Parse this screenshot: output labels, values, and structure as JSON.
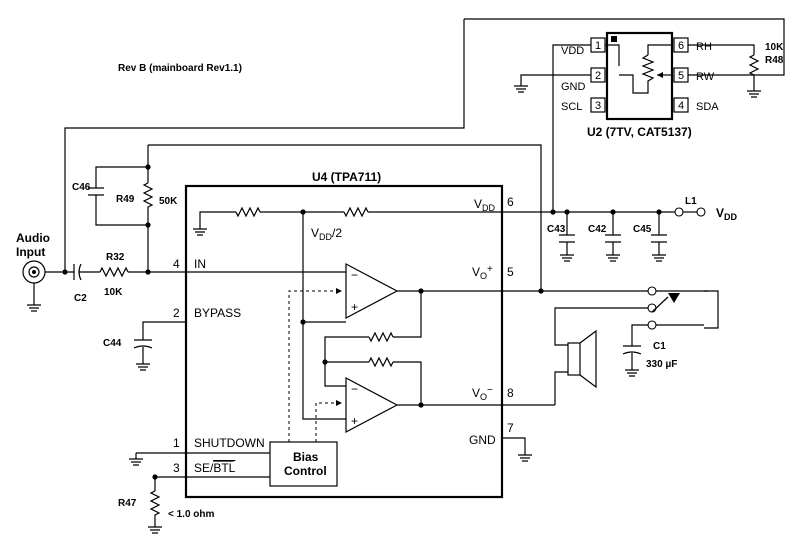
{
  "diagram": {
    "rev_note": "Rev B (mainboard Rev1.1)",
    "audio_input": [
      "Audio",
      "Input"
    ],
    "u4_title": "U4 (TPA711)",
    "u2": {
      "title": "U2 (7TV, CAT5137)",
      "pins_left": [
        {
          "num": "1",
          "name": "VDD"
        },
        {
          "num": "2",
          "name": "GND"
        },
        {
          "num": "3",
          "name": "SCL"
        }
      ],
      "pins_right": [
        {
          "num": "6",
          "name": "RH"
        },
        {
          "num": "5",
          "name": "RW"
        },
        {
          "num": "4",
          "name": "SDA"
        }
      ]
    },
    "u4_pins": {
      "in": {
        "num": "4",
        "name": "IN"
      },
      "bypass": {
        "num": "2",
        "name": "BYPASS"
      },
      "shutdown": {
        "num": "1",
        "name": "SHUTDOWN"
      },
      "se_btl": {
        "num": "3",
        "name_prefix": "SE/",
        "name_overlined": "BTL"
      },
      "vdd": {
        "num": "6",
        "name_main": "V",
        "name_sub": "DD"
      },
      "vo_plus": {
        "num": "5",
        "name_main": "V",
        "name_sub": "O",
        "sign": "+"
      },
      "vo_minus": {
        "num": "8",
        "name_main": "V",
        "name_sub": "O",
        "sign": "−"
      },
      "gnd": {
        "num": "7",
        "name": "GND"
      }
    },
    "vdd_half": {
      "main": "V",
      "sub": "DD",
      "suffix": "/2"
    },
    "bias_control": [
      "Bias",
      "Control"
    ],
    "opamp_minus": "−",
    "opamp_plus": "+",
    "components": {
      "c46": "C46",
      "r49": "R49",
      "r49_val": "50K",
      "r32": "R32",
      "r32_val": "10K",
      "c2": "C2",
      "c44": "C44",
      "r47": "R47",
      "r47_val": "< 1.0 ohm",
      "r48_val": "10K",
      "r48": "R48",
      "c43": "C43",
      "c42": "C42",
      "c45": "C45",
      "l1": "L1",
      "c1": "C1",
      "c1_val": "330 µF"
    },
    "vdd_out": {
      "main": "V",
      "sub": "DD"
    }
  }
}
